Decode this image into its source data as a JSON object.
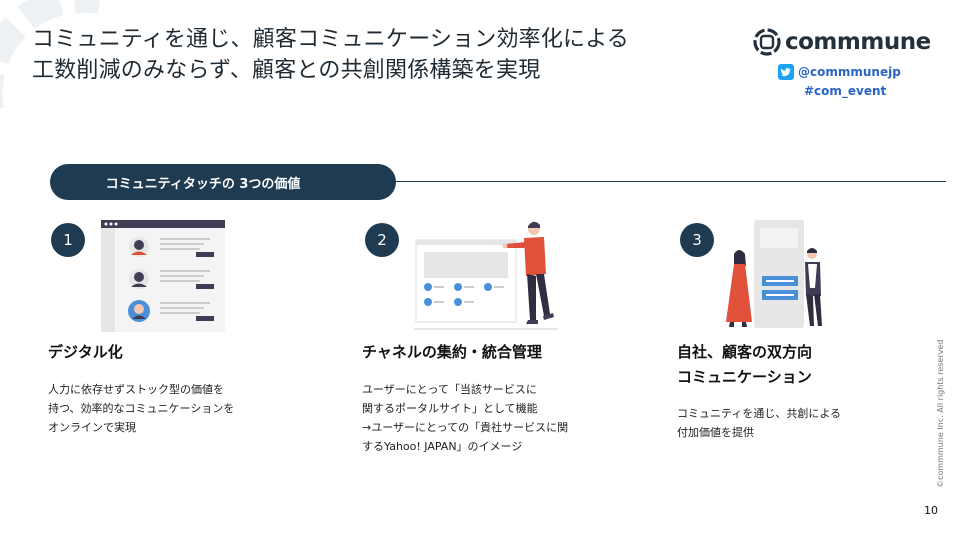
{
  "headline": {
    "line1": "コミュニティを通じ、顧客コミュニケーション効率化による",
    "line2": "工数削減のみならず、顧客との共創関係構築を実現"
  },
  "brand": {
    "logo_text": "commmune",
    "twitter_handle": "@commmunejp",
    "hashtag": "#com_event",
    "twitter_color": "#1da1f2"
  },
  "section": {
    "title": "コミュニティタッチの 3つの価値"
  },
  "columns": [
    {
      "number": "1",
      "title_lines": [
        "デジタル化"
      ],
      "desc_lines": [
        "人力に依存せずストック型の価値を",
        "持つ、効率的なコミュニケーションを",
        "オンラインで実現"
      ]
    },
    {
      "number": "2",
      "title_lines": [
        "チャネルの集約・統合管理"
      ],
      "desc_lines": [
        "ユーザーにとって「当該サービスに",
        "関するポータルサイト」として機能",
        "→ユーザーにとっての「貴社サービスに関",
        "するYahoo! JAPAN」のイメージ"
      ]
    },
    {
      "number": "3",
      "title_lines": [
        "自社、顧客の双方向",
        "コミュニケーション"
      ],
      "desc_lines": [
        "コミュニティを通じ、共創による",
        "付加価値を提供"
      ]
    }
  ],
  "footer": {
    "copyright": "©commmune Inc. All rights reserved",
    "page_number": "10"
  },
  "colors": {
    "navy": "#1e3b52",
    "accent_red": "#e0503a",
    "accent_blue": "#4a90d9"
  }
}
